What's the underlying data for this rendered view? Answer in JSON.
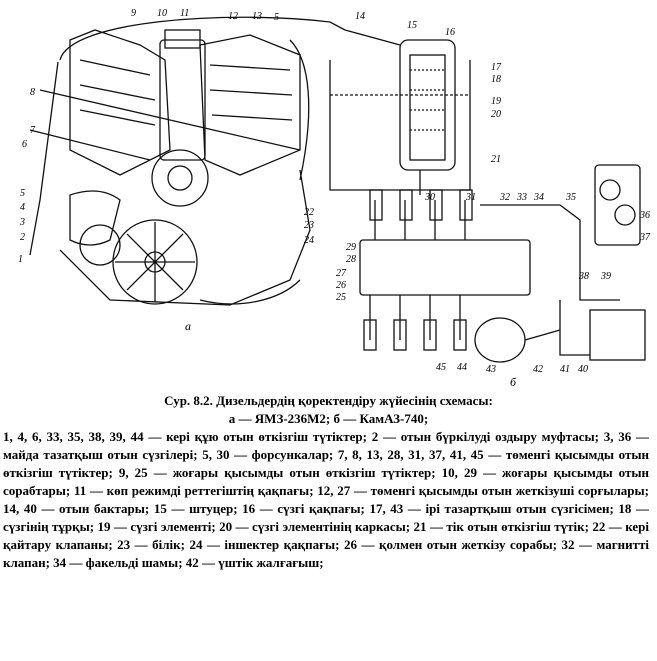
{
  "figure": {
    "sub_a": "а",
    "sub_b": "б",
    "numbers_a": [
      "1",
      "2",
      "3",
      "4",
      "5",
      "6",
      "7",
      "8",
      "9",
      "10",
      "11",
      "12",
      "13",
      "14",
      "15",
      "16",
      "17",
      "18",
      "19",
      "20",
      "21",
      "22",
      "23",
      "24"
    ],
    "numbers_b": [
      "25",
      "26",
      "27",
      "28",
      "29",
      "30",
      "31",
      "32",
      "33",
      "34",
      "35",
      "36",
      "37",
      "38",
      "39",
      "40",
      "41",
      "42",
      "43",
      "44",
      "45"
    ],
    "extra_label_5": "5"
  },
  "caption": {
    "title_line1": "Сур.  8.2. Дизельдердің қоректендіру жүйесінің схемасы:",
    "title_line2": "а — ЯМЗ-236М2; б — КамАЗ-740;",
    "legend": "1, 4, 6, 33, 35, 38, 39, 44 — кері құю отын өткізгіш түтіктер; 2 — отын бүркілуді оздыру муфтасы;  3, 36 — майда тазатқыш  отын сүзгілері;  5, 30 — форсункалар;  7, 8, 13, 28, 31, 37, 41, 45 — төменгі қысымды отын өткізгіш түтіктер;  9, 25 — жоғары қысымды отын өткізгіш түтіктер; 10, 29 — жоғары қысымды отын сорабтары;  11 — көп режимді  реттегіштің қақпағы; 12, 27 — төменгі қысымды  отын жеткізуші сорғылары; 14, 40 — отын бактары;  15 — штуцер;  16 — сүзгі қақпағы;  17, 43 — ірі тазартқыш  отын сүзгісімен;  18 — сүзгінің тұрқы;  19 — сүзгі элементі;  20 — сүзгі элементінің каркасы;  21 — тік отын өткізгіш түтік;  22 — кері қайтару   клапаны;  23 — білік;  24 — іншектер қақпағы;  26 — қолмен отын жеткізу сорабы;  32 — магнитті клапан;  34 — факельді шамы;  42 — үштік жалғағыш;"
  }
}
